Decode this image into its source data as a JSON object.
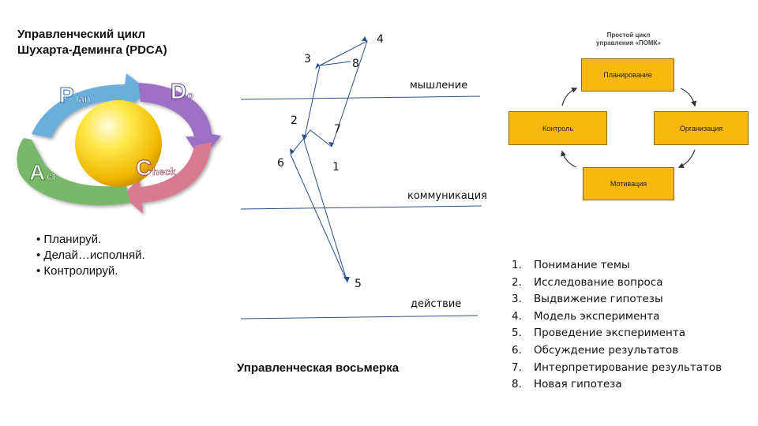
{
  "pdca": {
    "title_line1": "Управленческий цикл",
    "title_line2": "Шухарта-Деминга (PDCA)",
    "segments": {
      "plan": {
        "cap": "P",
        "rest": "lan",
        "color": "#6aaedc"
      },
      "do": {
        "cap": "D",
        "rest": "o",
        "color": "#9c6fc5"
      },
      "check": {
        "cap": "C",
        "rest": "heck",
        "color": "#d97a92"
      },
      "act": {
        "cap": "A",
        "rest": "ct",
        "color": "#78b86b"
      }
    },
    "bullets": [
      "• Планируй.",
      "• Делай…исполняй.",
      "• Контролируй."
    ]
  },
  "eight": {
    "labels": {
      "n1": "1",
      "n2": "2",
      "n3": "3",
      "n4": "4",
      "n5": "5",
      "n6": "6",
      "n7": "7",
      "n8": "8"
    },
    "levels": {
      "thinking": "мышление",
      "communication": "коммуникация",
      "action": "действие"
    },
    "caption": "Управленческая восьмерка"
  },
  "cycle": {
    "subtitle_line1": "Простой цикл",
    "subtitle_line2": "управления «ПОМК»",
    "boxes": {
      "planning": "Планирование",
      "control": "Контроль",
      "organization": "Организация",
      "motivation": "Мотивация"
    },
    "box_color": "#f8b80f"
  },
  "steps": [
    {
      "num": "1.",
      "text": "Понимание темы"
    },
    {
      "num": "2.",
      "text": "Исследование вопроса"
    },
    {
      "num": "3.",
      "text": "Выдвижение гипотезы"
    },
    {
      "num": "4.",
      "text": "Модель эксперимента"
    },
    {
      "num": "5.",
      "text": "Проведение эксперимента"
    },
    {
      "num": "6.",
      "text": "Обсуждение результатов"
    },
    {
      "num": "7.",
      "text": "Интерпретирование результатов"
    },
    {
      "num": "8.",
      "text": "Новая гипотеза"
    }
  ]
}
